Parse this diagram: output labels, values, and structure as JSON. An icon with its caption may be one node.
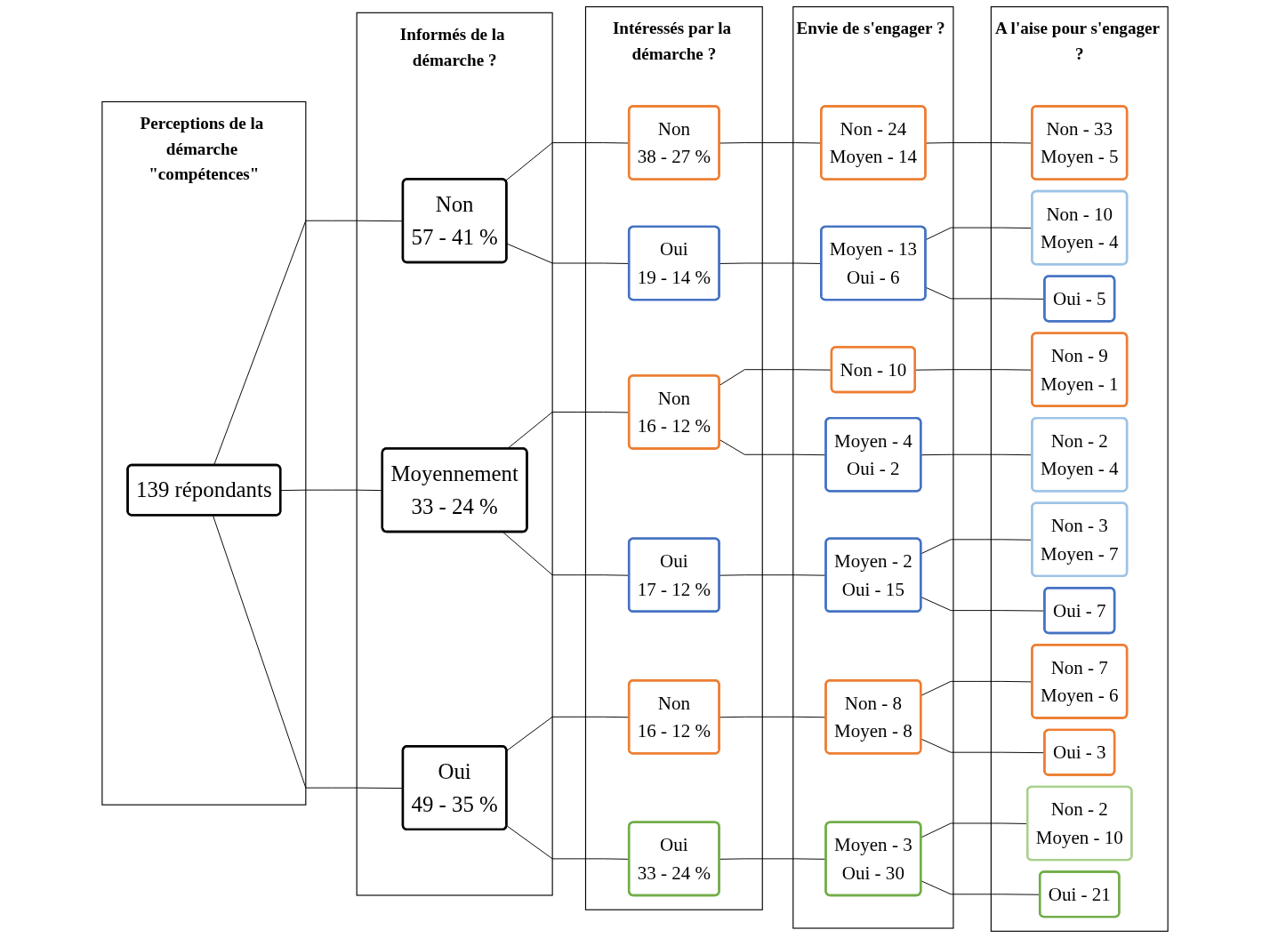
{
  "diagram": {
    "nodes": [
      {
        "text": [
          "Perceptions de la démarche \"compétences\""
        ]
      },
      {
        "text": [
          "139 répondants"
        ],
        "in": 0
      },
      {
        "text": [
          "Informés de la démarche ?"
        ]
      },
      {
        "text": [
          "Non",
          "57 - 41 %"
        ],
        "in": 2
      },
      {
        "text": [
          "Moyennement",
          "33 - 24 %"
        ],
        "in": 2
      },
      {
        "text": [
          "Oui",
          "49 - 35 %"
        ],
        "in": 2
      },
      {
        "text": [
          "Intéressés par la démarche ?"
        ]
      },
      {
        "text": [
          "Non",
          "38 - 27 %"
        ],
        "in": 6
      },
      {
        "text": [
          "Oui",
          "19 - 14 %"
        ],
        "in": 6
      },
      {
        "text": [
          "Non",
          "16 - 12 %"
        ],
        "in": 6
      },
      {
        "text": [
          "Oui",
          "17 - 12 %"
        ],
        "in": 6
      },
      {
        "text": [
          "Non",
          "16 - 12 %"
        ],
        "in": 6
      },
      {
        "text": [
          "Oui",
          "33 - 24 %"
        ],
        "in": 6
      },
      {
        "text": [
          "Envie de s'engager ?"
        ]
      },
      {
        "text": [
          "Non - 24",
          "Moyen - 14"
        ],
        "in": 13
      },
      {
        "text": [
          "Moyen - 13",
          "Oui - 6"
        ],
        "in": 13
      },
      {
        "text": [
          "Non - 10"
        ],
        "in": 13
      },
      {
        "text": [
          "Moyen - 4",
          "Oui - 2"
        ],
        "in": 13
      },
      {
        "text": [
          "Moyen - 2",
          "Oui - 15"
        ],
        "in": 13
      },
      {
        "text": [
          "Non - 8",
          "Moyen - 8"
        ],
        "in": 13
      },
      {
        "text": [
          "Moyen - 3",
          "Oui - 30"
        ],
        "in": 13
      },
      {
        "text": [
          "A l'aise pour s'engager ?"
        ]
      },
      {
        "text": [
          "Non - 33",
          "Moyen - 5"
        ],
        "in": 21
      },
      {
        "text": [
          "Non - 10",
          "Moyen - 4"
        ],
        "in": 21
      },
      {
        "text": [
          "Oui - 5"
        ],
        "in": 21
      },
      {
        "text": [
          "Non - 9",
          "Moyen - 1"
        ],
        "in": 21
      },
      {
        "text": [
          "Non - 2",
          "Moyen - 4"
        ],
        "in": 21
      },
      {
        "text": [
          "Non - 3",
          "Moyen - 7"
        ],
        "in": 21
      },
      {
        "text": [
          "Oui - 7"
        ],
        "in": 21
      },
      {
        "text": [
          "Non - 7",
          "Moyen - 6"
        ],
        "in": 21
      },
      {
        "text": [
          "Oui - 3"
        ],
        "in": 21
      },
      {
        "text": [
          "Non - 2",
          "Moyen - 10"
        ],
        "in": 21
      },
      {
        "text": [
          "Oui - 21"
        ],
        "in": 21
      }
    ],
    "edges": [
      {
        "from": 1,
        "to": 3,
        "arrow": "none"
      },
      {
        "from": 1,
        "to": 4,
        "arrow": "none"
      },
      {
        "from": 1,
        "to": 5,
        "arrow": "none"
      },
      {
        "from": 3,
        "to": 7,
        "arrow": "none"
      },
      {
        "from": 3,
        "to": 8,
        "arrow": "none"
      },
      {
        "from": 4,
        "to": 9,
        "arrow": "none"
      },
      {
        "from": 4,
        "to": 10,
        "arrow": "none"
      },
      {
        "from": 5,
        "to": 11,
        "arrow": "none"
      },
      {
        "from": 5,
        "to": 12,
        "arrow": "none"
      },
      {
        "from": 7,
        "to": 14,
        "arrow": "none"
      },
      {
        "from": 8,
        "to": 15,
        "arrow": "none"
      },
      {
        "from": 9,
        "to": 16,
        "arrow": "none"
      },
      {
        "from": 9,
        "to": 17,
        "arrow": "none"
      },
      {
        "from": 10,
        "to": 18,
        "arrow": "none"
      },
      {
        "from": 11,
        "to": 19,
        "arrow": "none"
      },
      {
        "from": 12,
        "to": 20,
        "arrow": "none"
      },
      {
        "from": 14,
        "to": 22,
        "arrow": "none"
      },
      {
        "from": 15,
        "to": 23,
        "arrow": "none"
      },
      {
        "from": 15,
        "to": 24,
        "arrow": "none"
      },
      {
        "from": 16,
        "to": 25,
        "arrow": "none"
      },
      {
        "from": 17,
        "to": 26,
        "arrow": "none"
      },
      {
        "from": 18,
        "to": 27,
        "arrow": "none"
      },
      {
        "from": 18,
        "to": 28,
        "arrow": "none"
      },
      {
        "from": 19,
        "to": 29,
        "arrow": "none"
      },
      {
        "from": 19,
        "to": 30,
        "arrow": "none"
      },
      {
        "from": 20,
        "to": 31,
        "arrow": "none"
      },
      {
        "from": 20,
        "to": 32,
        "arrow": "none"
      }
    ]
  }
}
